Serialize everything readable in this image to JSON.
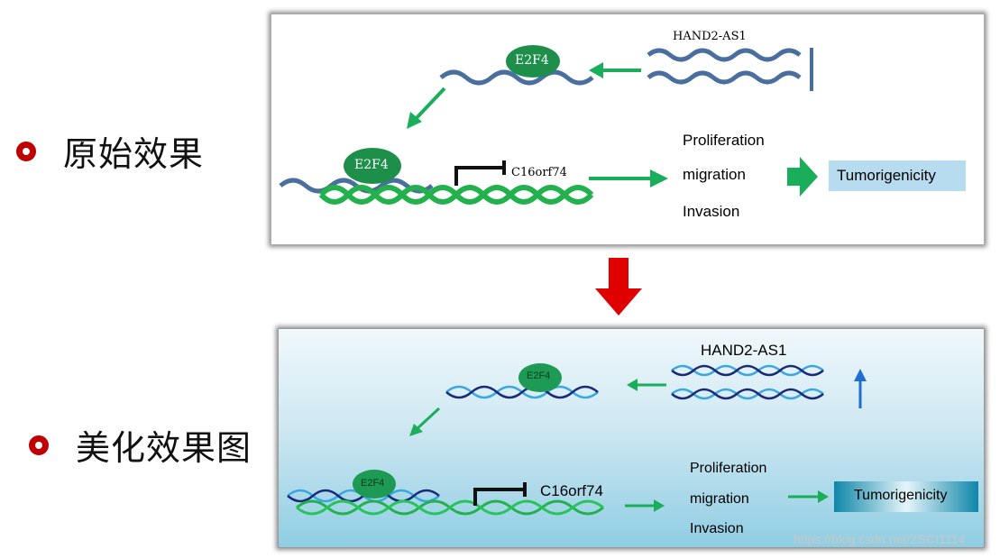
{
  "labels": {
    "original": "原始效果",
    "beautified": "美化效果图"
  },
  "original": {
    "lncrna": "HAND2-AS1",
    "tf_top": "E2F4",
    "tf_bottom": "E2F4",
    "gene": "C16orf74",
    "phenotypes": [
      "Proliferation",
      "migration",
      "Invasion"
    ],
    "outcome": "Tumorigenicity"
  },
  "beautified": {
    "lncrna": "HAND2-AS1",
    "tf_top": "E2F4",
    "tf_bottom": "E2F4",
    "gene": "C16orf74",
    "phenotypes": [
      "Proliferation",
      "migration",
      "Invasion"
    ],
    "outcome": "Tumorigenicity"
  },
  "watermark": "https://blog.csdn.net/ZSCI1114",
  "colors": {
    "accent_red": "#c00000",
    "arrow_red": "#e00000",
    "arrow_green": "#1aae5a",
    "strand_blue": "#4a6f9e",
    "strand_green": "#22b14c",
    "tumor_box_original": "#b7dcf0",
    "tumor_box_beautified": "#1493b5"
  }
}
